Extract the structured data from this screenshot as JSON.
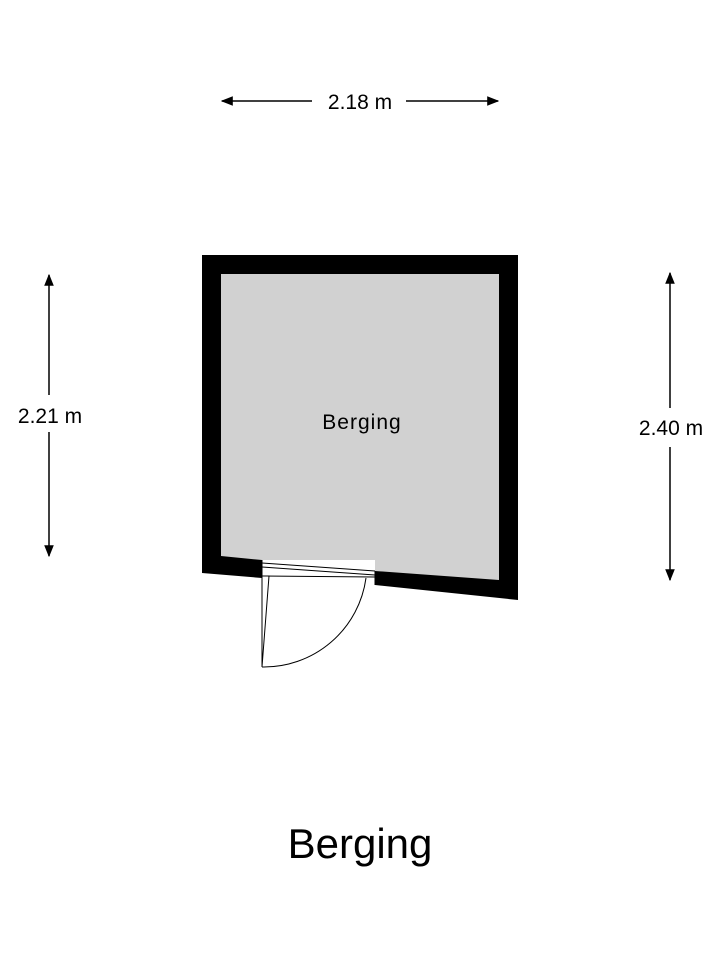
{
  "plan": {
    "title": "Berging",
    "room_label": "Berging",
    "dimensions": {
      "top": "2.18 m",
      "left": "2.21 m",
      "right": "2.40 m"
    }
  },
  "colors": {
    "wall": "#000000",
    "floor": "#d1d1d1",
    "background": "#ffffff"
  }
}
